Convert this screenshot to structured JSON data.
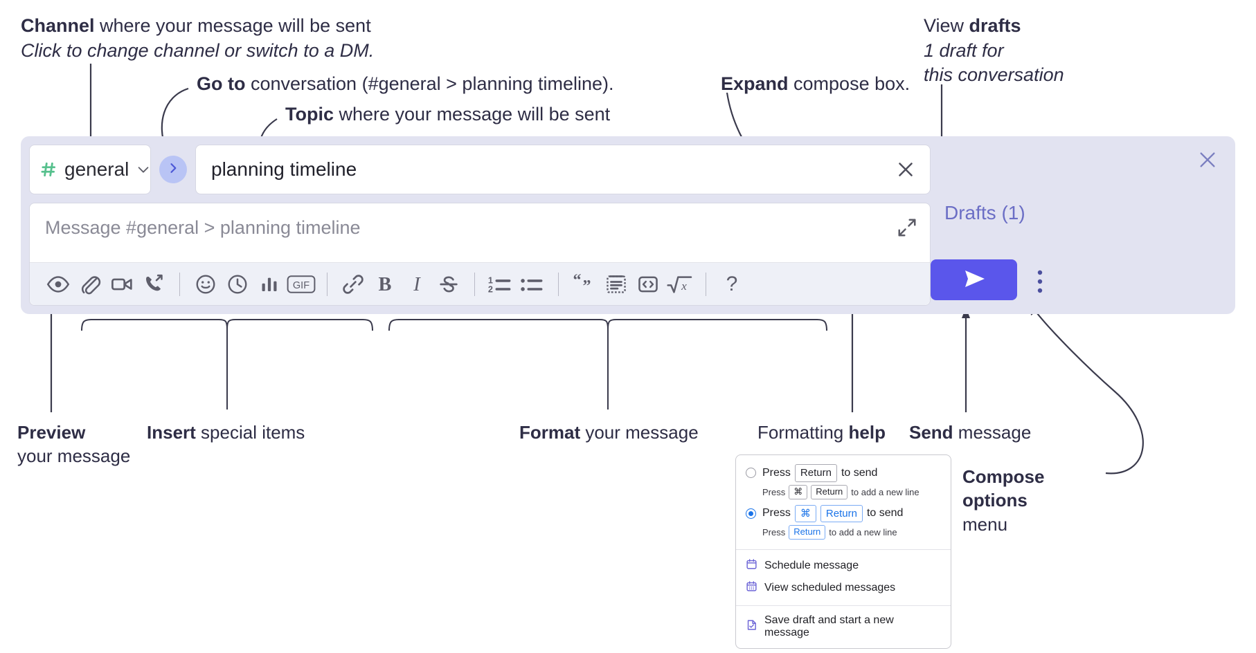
{
  "annotations": {
    "channel": {
      "bold": "Channel",
      "rest": " where your message will be sent",
      "italic": "Click to change channel or switch to a DM."
    },
    "goto": {
      "bold": "Go to",
      "rest": " conversation (#general > planning timeline)."
    },
    "topic": {
      "bold": "Topic",
      "rest": " where your message will be sent"
    },
    "expand": {
      "bold": "Expand",
      "rest": " compose box."
    },
    "drafts": {
      "plain": "View ",
      "bold": "drafts",
      "italic_line1": "1 draft for",
      "italic_line2": "this conversation"
    },
    "preview": {
      "bold": "Preview",
      "line2": "your message"
    },
    "insert": {
      "bold": "Insert",
      "rest": " special items"
    },
    "format": {
      "bold": "Format",
      "rest": " your message"
    },
    "help": {
      "plain": "Formatting ",
      "bold": "help"
    },
    "send": {
      "bold": "Send",
      "rest": " message"
    },
    "compose_options": {
      "bold_line1": "Compose",
      "bold_line2": "options",
      "line3": "menu"
    }
  },
  "compose": {
    "channel_name": "general",
    "channel_icon": "hash-icon",
    "chevron_icon": "chevron-down-icon",
    "goto_icon": "chevron-right-icon",
    "topic_value": "planning timeline",
    "topic_clear_icon": "close-icon",
    "message_placeholder": "Message #general > planning timeline",
    "expand_icon": "expand-icon",
    "drafts_label": "Drafts (1)",
    "panel_close_icon": "close-icon",
    "send_icon": "send-paper-plane-icon",
    "kebab_icon": "vertical-ellipsis-icon",
    "accent_send": "#5a56eb",
    "accent_panel": "#e2e3f1",
    "accent_drafts_text": "#6b6ec5",
    "hash_color": "#56c08d"
  },
  "toolbar": {
    "items": [
      {
        "name": "preview-icon",
        "label": "Preview"
      },
      {
        "name": "attachment-paperclip-icon",
        "label": "Attach file"
      },
      {
        "name": "video-camera-icon",
        "label": "Video clip"
      },
      {
        "name": "phone-forward-icon",
        "label": "Audio clip"
      },
      {
        "name": "divider",
        "label": ""
      },
      {
        "name": "emoji-smiley-icon",
        "label": "Emoji"
      },
      {
        "name": "clock-icon",
        "label": "Schedule"
      },
      {
        "name": "poll-bar-chart-icon",
        "label": "Poll"
      },
      {
        "name": "gif-icon",
        "label": "GIF"
      },
      {
        "name": "divider",
        "label": ""
      },
      {
        "name": "link-icon",
        "label": "Link"
      },
      {
        "name": "bold-icon",
        "label": "Bold"
      },
      {
        "name": "italic-icon",
        "label": "Italic"
      },
      {
        "name": "strikethrough-icon",
        "label": "Strikethrough"
      },
      {
        "name": "divider",
        "label": ""
      },
      {
        "name": "ordered-list-icon",
        "label": "Ordered list"
      },
      {
        "name": "bulleted-list-icon",
        "label": "Bulleted list"
      },
      {
        "name": "divider",
        "label": ""
      },
      {
        "name": "blockquote-icon",
        "label": "Blockquote"
      },
      {
        "name": "code-block-icon",
        "label": "Code block"
      },
      {
        "name": "code-icon",
        "label": "Code"
      },
      {
        "name": "math-sqrt-icon",
        "label": "Math"
      },
      {
        "name": "divider",
        "label": ""
      },
      {
        "name": "help-question-icon",
        "label": "?"
      }
    ],
    "gif_label": "GIF",
    "bold_label": "B",
    "italic_label": "I",
    "help_label": "?"
  },
  "menu": {
    "options": [
      {
        "selected": false,
        "prefix": "Press",
        "keys": [
          "Return"
        ],
        "suffix": "to send",
        "sub_prefix": "Press",
        "sub_keys": [
          "⌘",
          "Return"
        ],
        "sub_suffix": "to add a new line"
      },
      {
        "selected": true,
        "prefix": "Press",
        "keys": [
          "⌘",
          "Return"
        ],
        "suffix": "to send",
        "sub_prefix": "Press",
        "sub_keys": [
          "Return"
        ],
        "sub_suffix": "to add a new line"
      }
    ],
    "items": [
      {
        "icon": "calendar-icon",
        "label": "Schedule message"
      },
      {
        "icon": "calendar-list-icon",
        "label": "View scheduled messages"
      },
      {
        "icon": "save-draft-icon",
        "label": "Save draft and start a new message",
        "separator_before": true
      }
    ],
    "icon_color": "#6b63d6"
  }
}
